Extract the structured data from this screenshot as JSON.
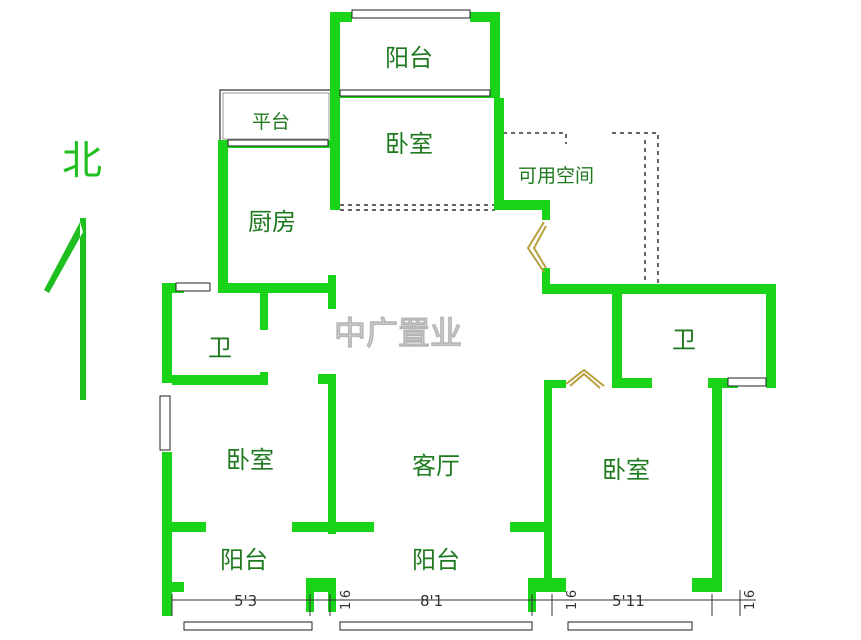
{
  "rooms": {
    "balcony_top": "阳台",
    "terrace": "平台",
    "bedroom_north": "卧室",
    "usable_space": "可用空间",
    "kitchen": "厨房",
    "bath_west": "卫",
    "bath_east": "卫",
    "bedroom_west": "卧室",
    "living_room": "客厅",
    "bedroom_east": "卧室",
    "balcony_sw": "阳台",
    "balcony_s": "阳台"
  },
  "north_label": "北",
  "watermark": "中广置业",
  "dimensions": {
    "d1": "5'3",
    "d2": "1'6",
    "d3": "8'1",
    "d4": "1'6",
    "d5": "5'11",
    "d6": "1'6"
  },
  "colors": {
    "wall": "#19d419",
    "label": "#1f7a1f",
    "north_arrow": "#1fbf1f"
  }
}
